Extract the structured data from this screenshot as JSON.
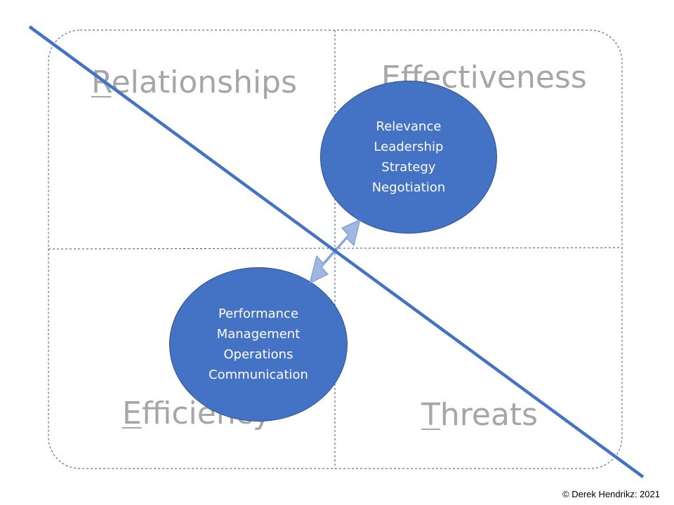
{
  "quadrants": {
    "top_left": {
      "first_letter": "R",
      "rest": "elationships"
    },
    "top_right": {
      "first_letter": "E",
      "rest": "ffectiveness"
    },
    "bottom_left": {
      "first_letter": "E",
      "rest": "fficiency"
    },
    "bottom_right": {
      "first_letter": "T",
      "rest": "hreats"
    }
  },
  "top_bubble": {
    "items": [
      "Relevance",
      "Leadership",
      "Strategy",
      "Negotiation"
    ]
  },
  "bottom_bubble": {
    "items": [
      "Performance",
      "Management",
      "Operations",
      "Communication"
    ]
  },
  "copyright": "© Derek  Hendrikz: 2021",
  "colors": {
    "bubble_fill": "#4472c4",
    "diagonal_line": "#4472c4",
    "arrow_fill": "#8faadc",
    "quadrant_text": "#a6a6a6",
    "border_dashed": "#2f5597"
  }
}
